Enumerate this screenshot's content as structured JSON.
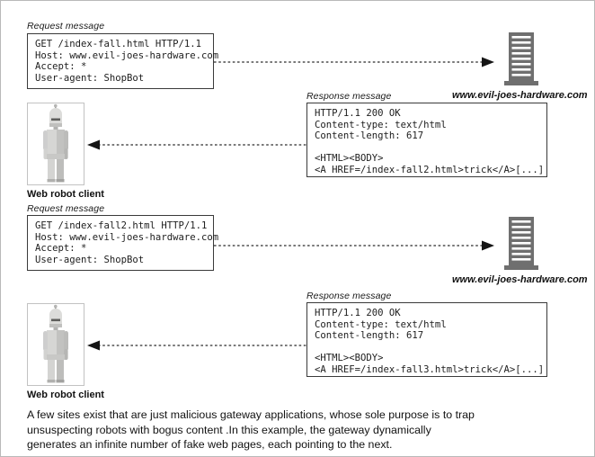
{
  "figure": {
    "background": "#ffffff",
    "border_color": "#b9b9b9"
  },
  "labels": {
    "request_message": "Request message",
    "response_message": "Response message",
    "web_robot_client": "Web robot client",
    "server_host": "www.evil-joes-hardware.com"
  },
  "exchanges": [
    {
      "request": "GET /index-fall.html HTTP/1.1\nHost: www.evil-joes-hardware.com\nAccept: *\nUser-agent: ShopBot",
      "response": "HTTP/1.1 200 OK\nContent-type: text/html\nContent-length: 617\n\n<HTML><BODY>\n<A HREF=/index-fall2.html>trick</A>[...]"
    },
    {
      "request": "GET /index-fall2.html HTTP/1.1\nHost: www.evil-joes-hardware.com\nAccept: *\nUser-agent: ShopBot",
      "response": "HTTP/1.1 200 OK\nContent-type: text/html\nContent-length: 617\n\n<HTML><BODY>\n<A HREF=/index-fall3.html>trick</A>[...]"
    }
  ],
  "caption": {
    "line1": "A few sites exist that are just malicious gateway applications, whose sole purpose is to trap",
    "line2": "unsuspecting robots with bogus content .In this example,  the gateway dynamically",
    "line3": "generates an infinite number of fake web pages, each pointing to the next."
  },
  "colors": {
    "box_border": "#3a3a3a",
    "text": "#1d1d1d",
    "server_body": "#6f6f6f",
    "server_slot": "#ffffff",
    "robot_light": "#d8d8d6",
    "robot_mid": "#c4c4c2",
    "robot_dark": "#a9a9a7",
    "arrow": "#2a2a2a"
  }
}
